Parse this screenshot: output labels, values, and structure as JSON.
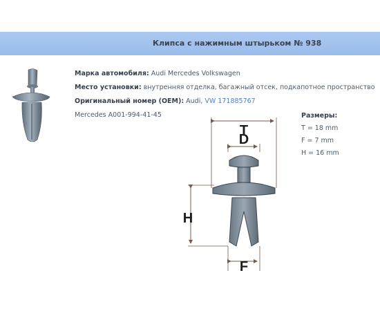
{
  "header": {
    "title": "Клипса с нажимным штырьком № 938"
  },
  "info": {
    "brand_label": "Марка автомобиля:",
    "brand_value": "Audi Mercedes Volkswagen",
    "location_label": "Место установки:",
    "location_value": "внутренняя отделка, багажный отсек, подкапотное пространство",
    "oem_label": "Оригинальный номер (OEM):",
    "oem_value_prefix": "Audi,",
    "oem_value_link": "VW 171885767",
    "oem_mercedes": "Mercedes A001-994-41-45"
  },
  "dimensions": {
    "heading": "Размеры:",
    "t": "T = 18 mm",
    "f": "F = 7 mm",
    "h": "H = 16 mm"
  },
  "drawing_labels": {
    "t": "T",
    "d": "D",
    "h": "H",
    "f": "F"
  },
  "colors": {
    "title_bar": "#a3c3ee",
    "clip_fill": "#7c8a97",
    "clip_outline": "#3b4650",
    "dimension_line": "#7a5a44",
    "link": "#5a7fb3"
  }
}
